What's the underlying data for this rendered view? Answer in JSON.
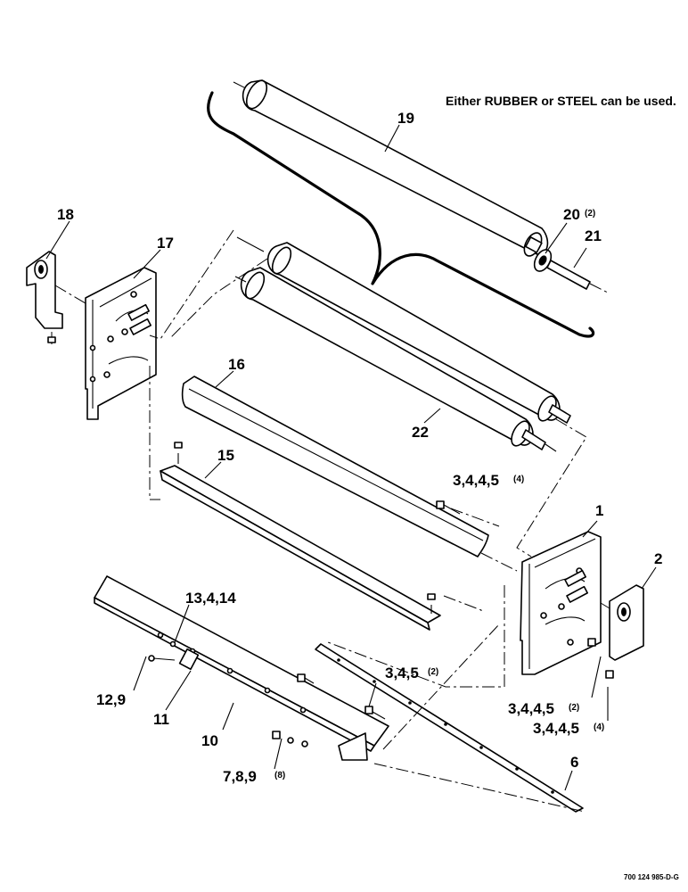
{
  "note": "Either RUBBER or STEEL can be used.",
  "drawing_number": "700 124 985-D-G",
  "callouts": {
    "c1": {
      "num": "1",
      "qty": ""
    },
    "c2": {
      "num": "2",
      "qty": ""
    },
    "c3a": {
      "num": "3,4,4,5",
      "qty": "(4)"
    },
    "c3b": {
      "num": "3,4,5",
      "qty": "(2)"
    },
    "c3c": {
      "num": "3,4,4,5",
      "qty": "(2)"
    },
    "c3d": {
      "num": "3,4,4,5",
      "qty": "(4)"
    },
    "c6": {
      "num": "6",
      "qty": ""
    },
    "c7": {
      "num": "7,8,9",
      "qty": "(8)"
    },
    "c10": {
      "num": "10",
      "qty": ""
    },
    "c11": {
      "num": "11",
      "qty": ""
    },
    "c12": {
      "num": "12,9",
      "qty": ""
    },
    "c13": {
      "num": "13,4,14",
      "qty": ""
    },
    "c15": {
      "num": "15",
      "qty": ""
    },
    "c16": {
      "num": "16",
      "qty": ""
    },
    "c17": {
      "num": "17",
      "qty": ""
    },
    "c18": {
      "num": "18",
      "qty": ""
    },
    "c19": {
      "num": "19",
      "qty": ""
    },
    "c20": {
      "num": "20",
      "qty": "(2)"
    },
    "c21": {
      "num": "21",
      "qty": ""
    },
    "c22": {
      "num": "22",
      "qty": ""
    }
  }
}
